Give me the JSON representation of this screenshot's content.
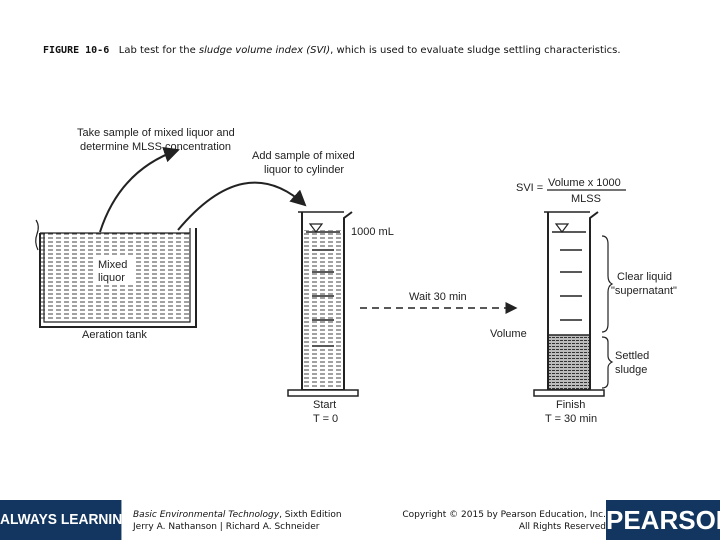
{
  "caption": {
    "figure_label": "FIGURE 10-6",
    "text_before": "Lab test for the ",
    "term": "sludge volume index (SVI)",
    "text_after": ", which is used to evaluate sludge settling characteristics."
  },
  "diagram": {
    "take_sample_line1": "Take sample of mixed liquor and",
    "take_sample_line2": "determine MLSS concentration",
    "add_sample_line1": "Add sample of mixed",
    "add_sample_line2": "liquor to cylinder",
    "mixed_liquor_line1": "Mixed",
    "mixed_liquor_line2": "liquor",
    "aeration_tank": "Aeration tank",
    "volume_1000": "1000 mL",
    "wait": "Wait 30 min",
    "volume": "Volume",
    "svi_lhs": "SVI =",
    "svi_numerator": "Volume x 1000",
    "svi_denominator": "MLSS",
    "clear_liquid_line1": "Clear liquid",
    "clear_liquid_line2": "\"supernatant\"",
    "settled_line1": "Settled",
    "settled_line2": "sludge",
    "start": "Start",
    "start_time": "T = 0",
    "finish": "Finish",
    "finish_time": "T = 30 min"
  },
  "footer": {
    "left_brand": "ALWAYS LEARNING",
    "book_title": "Basic Environmental Technology",
    "edition": ", Sixth Edition",
    "authors": "Jerry A. Nathanson | Richard A. Schneider",
    "copyright": "Copyright © 2015 by Pearson Education, Inc.",
    "rights": "All Rights Reserved",
    "right_brand": "PEARSON"
  },
  "colors": {
    "brand_navy": "#12365f"
  }
}
